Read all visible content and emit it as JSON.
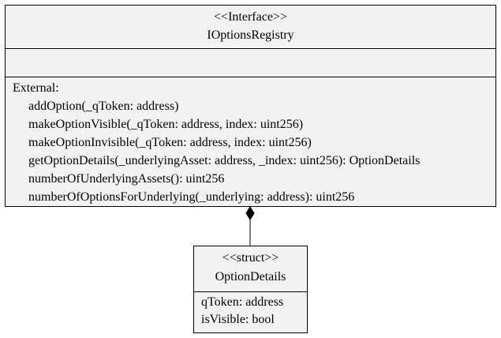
{
  "interface_class": {
    "stereotype": "<<Interface>>",
    "name": "IOptionsRegistry",
    "attributes": [],
    "operations_heading": "External:",
    "operations": [
      "addOption(_qToken: address)",
      "makeOptionVisible(_qToken: address, index: uint256)",
      "makeOptionInvisible(_qToken: address, index: uint256)",
      "getOptionDetails(_underlyingAsset: address, _index: uint256): OptionDetails",
      "numberOfUnderlyingAssets(): uint256",
      "numberOfOptionsForUnderlying(_underlying: address): uint256"
    ]
  },
  "struct_class": {
    "stereotype": "<<struct>>",
    "name": "OptionDetails",
    "attributes": [
      "qToken: address",
      "isVisible: bool"
    ]
  },
  "relationship": {
    "type": "composition",
    "from": "IOptionsRegistry",
    "to": "OptionDetails"
  },
  "colors": {
    "box_fill": "#f2f2f2",
    "border": "#000000",
    "text": "#000000"
  }
}
